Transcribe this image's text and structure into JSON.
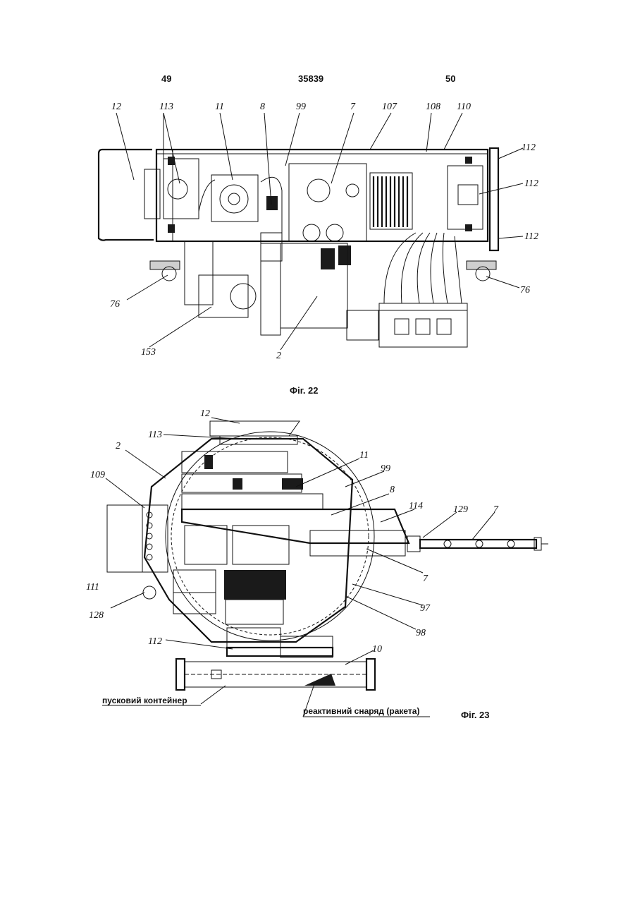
{
  "header": {
    "left_page": "49",
    "center_number": "35839",
    "right_page": "50"
  },
  "figure22": {
    "caption": "Фіг. 22",
    "refs": [
      "12",
      "113",
      "11",
      "8",
      "99",
      "7",
      "107",
      "108",
      "110",
      "112",
      "112",
      "112",
      "76",
      "76",
      "153",
      "2"
    ]
  },
  "figure23": {
    "caption": "Фіг. 23",
    "refs": [
      "12",
      "113",
      "2",
      "11",
      "99",
      "109",
      "8",
      "114",
      "129",
      "7",
      "111",
      "7",
      "97",
      "128",
      "98",
      "112",
      "10"
    ],
    "label_container": "пусковий контейнер",
    "label_missile": "реактивний снаряд (ракета)"
  }
}
